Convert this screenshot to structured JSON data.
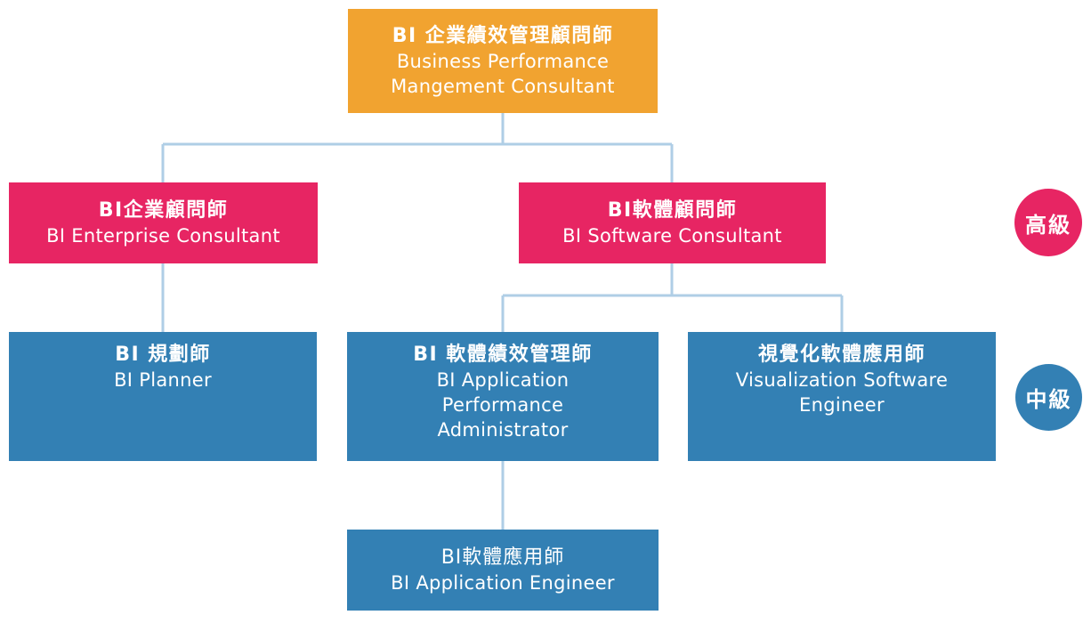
{
  "colors": {
    "background": "#FFFFFF",
    "box_orange": "#F1A330",
    "box_pink": "#E72563",
    "box_blue": "#3380B4",
    "connector": "#AFCEE6",
    "box_text": "#FFFFFF"
  },
  "nodes": {
    "bpm_consultant": {
      "zh": "BI 企業績效管理顧問師",
      "en": [
        "Business Performance",
        "Mangement Consultant"
      ]
    },
    "enterprise_consultant": {
      "zh": "BI企業顧問師",
      "en": [
        "BI Enterprise Consultant"
      ]
    },
    "software_consultant": {
      "zh": "BI軟體顧問師",
      "en": [
        "BI Software Consultant"
      ]
    },
    "planner": {
      "zh": "BI 規劃師",
      "en": [
        "BI Planner"
      ]
    },
    "app_performance_admin": {
      "zh": "BI 軟體績效管理師",
      "en": [
        "BI Application",
        "Performance",
        "Administrator"
      ]
    },
    "visualization_engineer": {
      "zh": "視覺化軟體應用師",
      "en": [
        "Visualization Software",
        "Engineer"
      ]
    },
    "application_engineer": {
      "zh": "BI軟體應用師",
      "en": [
        "BI Application Engineer"
      ]
    }
  },
  "badges": {
    "advanced": "高級",
    "intermediate": "中級"
  }
}
